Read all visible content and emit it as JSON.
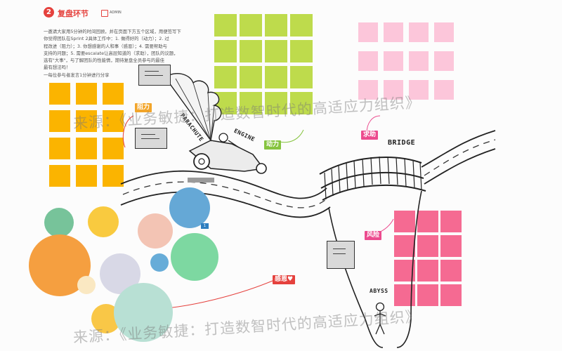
{
  "header": {
    "step_number": "2",
    "title": "复盘环节",
    "admin_label": "ADMIN"
  },
  "instructions": [
    "一邀请大家用5分钟的时间回顾，并在页面下方五个区域，用便签写下",
    "你觉得团队在Sprint 2具体工作中：1. 做得好的（动力）；2. 过",
    "程改进（阻力）；3. 你想感谢的人和事（感恩）；4. 需要帮助与",
    "支持的问题；5. 需要escalate让高层知道的（求助），团队的议题，",
    "选有\"大事\"，与了解团队的性能情，期待复盘全员参与的最佳",
    "最有想法吗！",
    "一每位参与者发言1分钟进行分享"
  ],
  "tags": {
    "resistance": "阻力",
    "power": "动力",
    "help": "求助",
    "risk": "风险",
    "gratitude": "感恩♥"
  },
  "drawing_labels": {
    "parachute": "PARACHUTE",
    "engine": "ENGINE",
    "bridge": "BRIDGE",
    "abyss": "ABYSS"
  },
  "small_badge": "1",
  "watermark": "来源：《业务敏捷：打造数智时代的高适应力组织》",
  "colors": {
    "accent_red": "#e5413d",
    "orange_sticky": "#fbb400",
    "green_sticky": "#bedb4c",
    "light_pink_sticky": "#fcc6da",
    "pink_sticky": "#f56a92",
    "tag_orange": "#f2a52a",
    "tag_green": "#86c440",
    "tag_pink": "#ec4b8e"
  },
  "grids": {
    "orange": {
      "rows": 4,
      "cols": 3
    },
    "green": {
      "rows": 4,
      "cols": 4
    },
    "light_pink": {
      "rows": 3,
      "cols": 4
    },
    "pink": {
      "rows": 4,
      "cols": 3
    }
  },
  "bubble_colors": [
    "#77c39a",
    "#f9ca3f",
    "#f3c4b4",
    "#65a8d6",
    "#f59f40",
    "#d8d8e6",
    "#fae8c2",
    "#7dd8a1",
    "#67acd8",
    "#f9c747",
    "#b8e0d4"
  ]
}
